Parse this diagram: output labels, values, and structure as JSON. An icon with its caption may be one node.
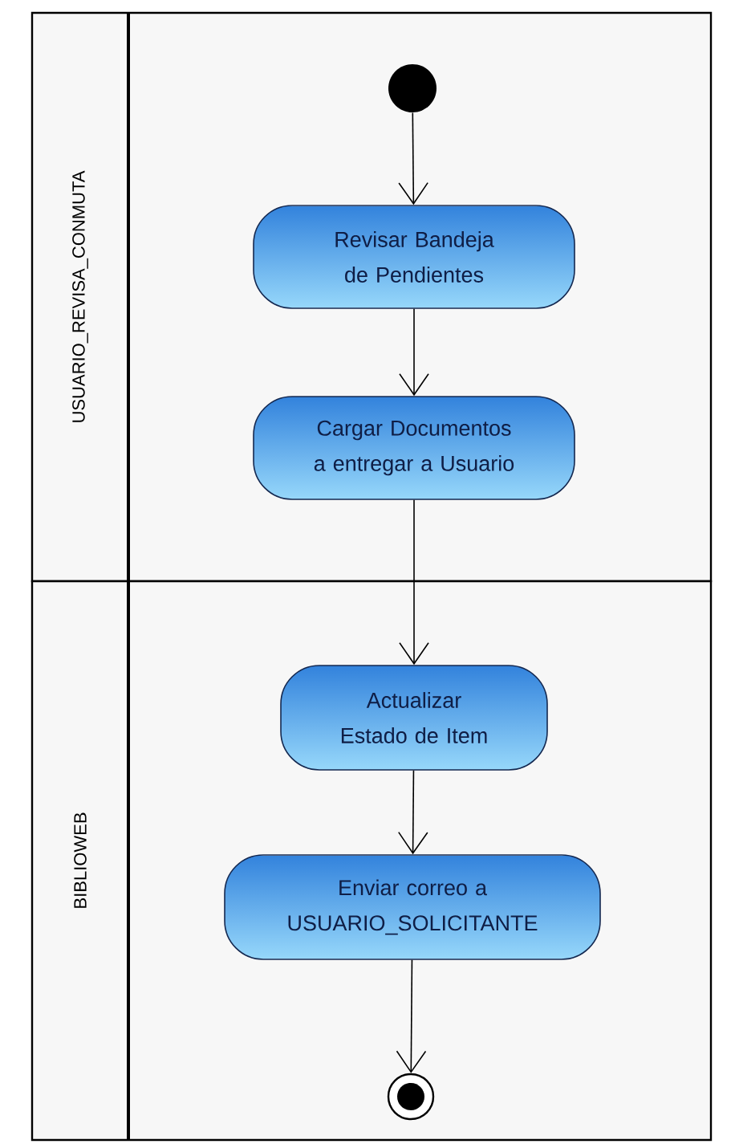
{
  "diagram": {
    "nodes": [
      {
        "text": [
          "USUARIO_REVISA_CONMUTA"
        ]
      },
      {
        "text": [],
        "shape": "circle",
        "in": 0
      },
      {
        "text": [
          "Revisar Bandeja de Pendientes"
        ],
        "in": 0
      },
      {
        "text": [
          "Cargar Documentos a entregar a Usuario"
        ],
        "in": 0
      },
      {
        "text": [
          "BIBLIOWEB"
        ]
      },
      {
        "text": [
          "Actualizar Estado de Item"
        ],
        "in": 4
      },
      {
        "text": [
          "Enviar correo a USUARIO_SOLICITANTE"
        ],
        "in": 4
      },
      {
        "text": [],
        "shape": "circle",
        "in": 4
      }
    ],
    "edges": [
      {
        "from": 1,
        "to": 2,
        "arrow": "to"
      },
      {
        "from": 2,
        "to": 3,
        "arrow": "to"
      },
      {
        "from": 3,
        "to": 5,
        "arrow": "to"
      },
      {
        "from": 5,
        "to": 6,
        "arrow": "to"
      },
      {
        "from": 6,
        "to": 7,
        "arrow": "to"
      }
    ]
  }
}
